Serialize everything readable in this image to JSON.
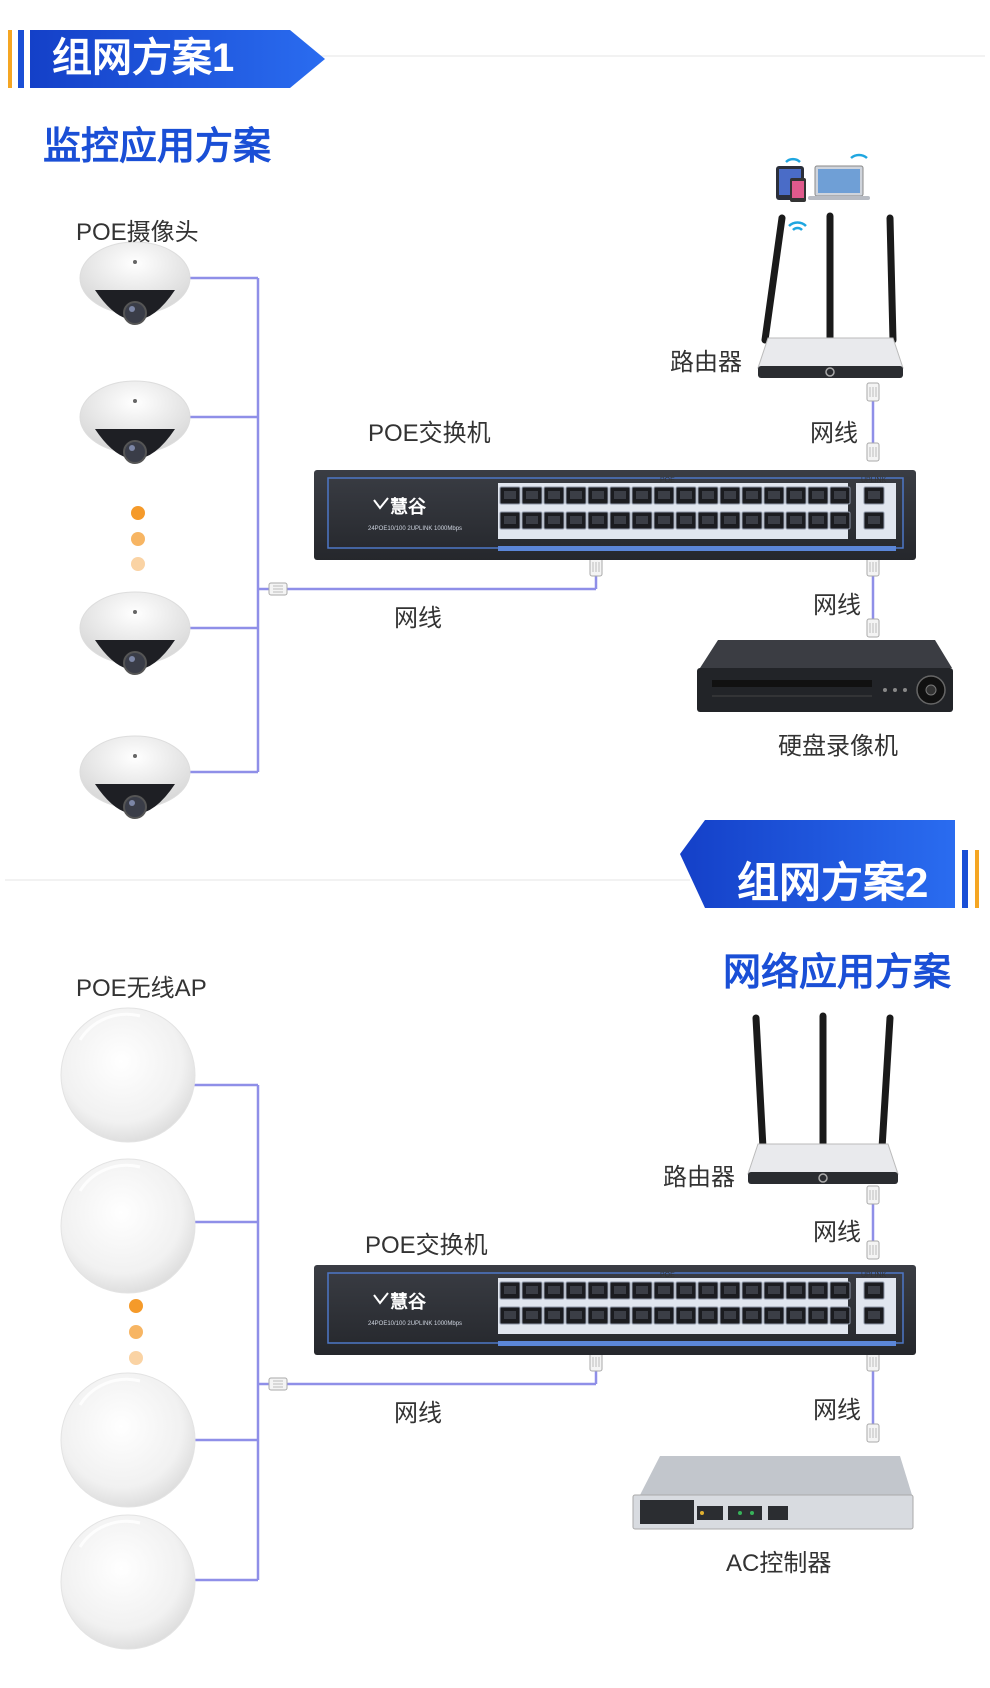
{
  "section1": {
    "banner": "组网方案1",
    "subtitle": "监控应用方案",
    "device_group_label": "POE摄像头",
    "switch_label": "POE交换机",
    "router_label": "路由器",
    "recorder_label": "硬盘录像机",
    "cable_labels": [
      "网线",
      "网线",
      "网线"
    ]
  },
  "section2": {
    "banner": "组网方案2",
    "subtitle": "网络应用方案",
    "device_group_label": "POE无线AP",
    "switch_label": "POE交换机",
    "router_label": "路由器",
    "controller_label": "AC控制器",
    "cable_labels": [
      "网线",
      "网线",
      "网线"
    ]
  },
  "switch_panel": {
    "brand": "慧谷",
    "model_text": "24POE10/100 2UPLINK 1000Mbps",
    "poe_label": "POE",
    "uplink_label": "UPLINK"
  },
  "colors": {
    "banner_blue": "#1a4fd6",
    "accent_orange": "#f5a623",
    "link_line": "#8f8fe8",
    "dot_orange": "#f59a2a"
  }
}
